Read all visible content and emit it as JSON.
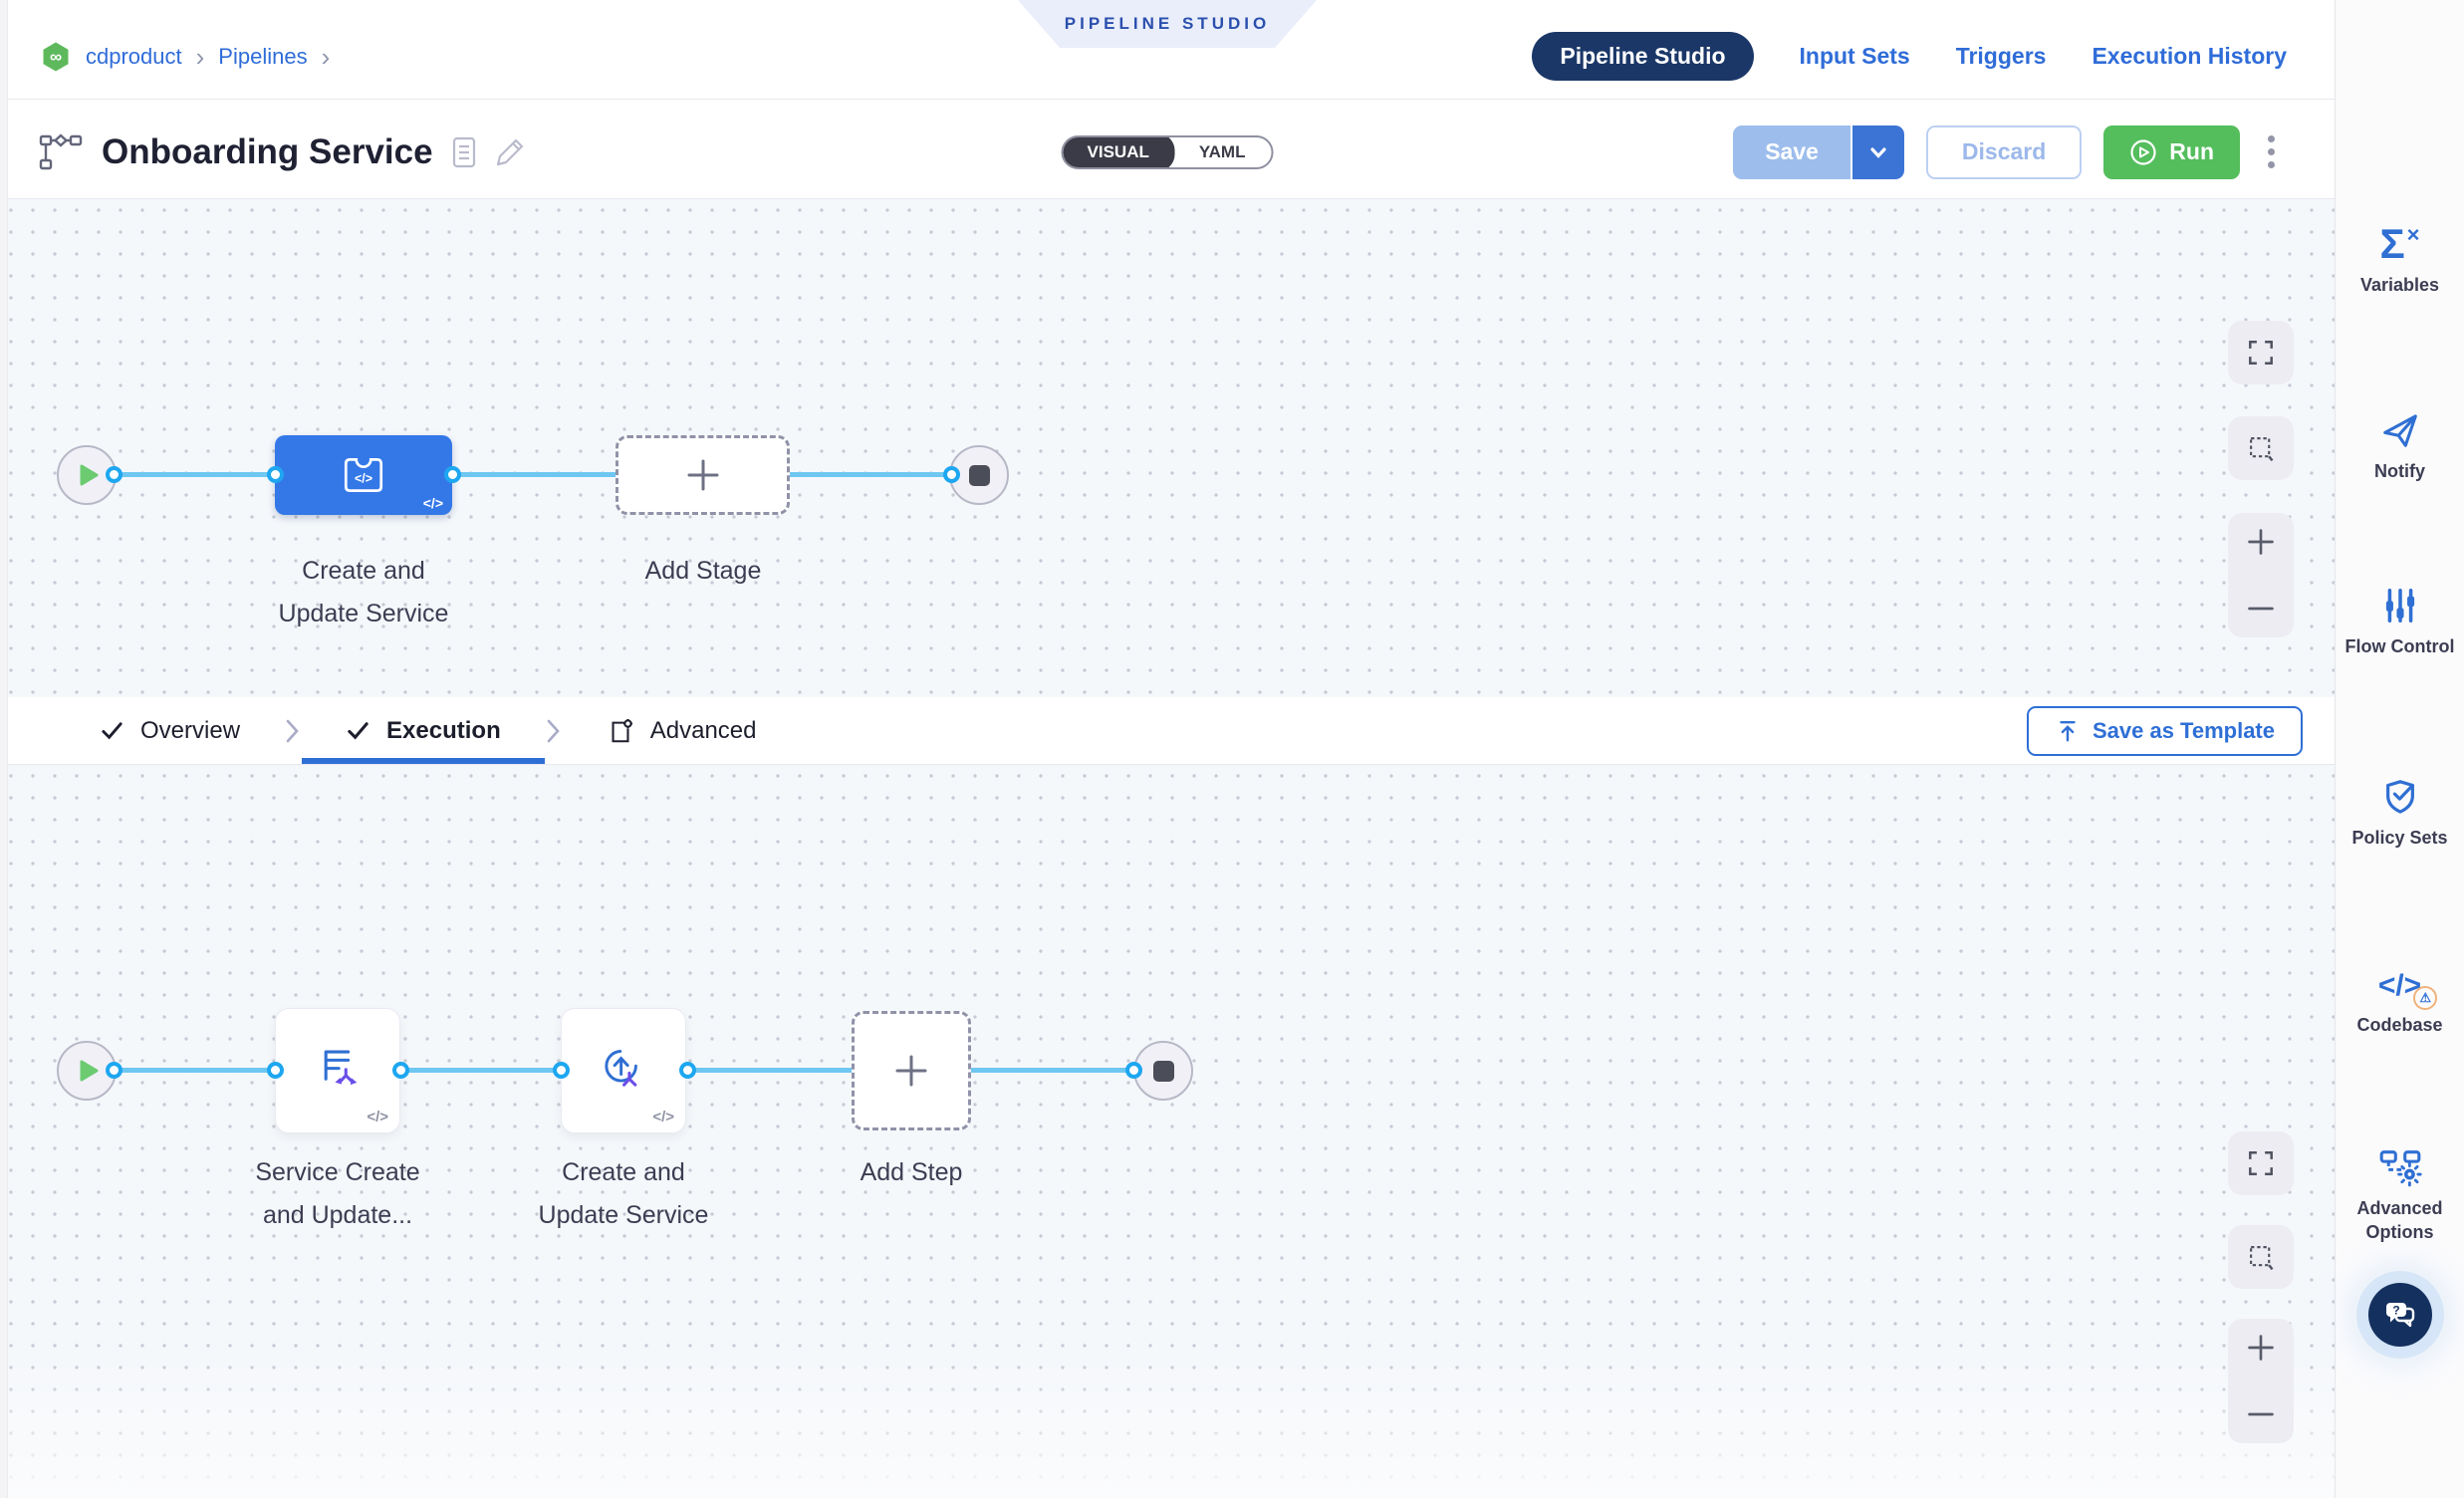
{
  "breadcrumb": {
    "project": "cdproduct",
    "section": "Pipelines",
    "separator": "›"
  },
  "studio_badge": "PIPELINE STUDIO",
  "nav_tabs": [
    {
      "label": "Pipeline Studio",
      "active": true
    },
    {
      "label": "Input Sets",
      "active": false
    },
    {
      "label": "Triggers",
      "active": false
    },
    {
      "label": "Execution History",
      "active": false
    }
  ],
  "header": {
    "title": "Onboarding Service",
    "visual_label": "VISUAL",
    "yaml_label": "YAML",
    "save_label": "Save",
    "discard_label": "Discard",
    "run_label": "Run"
  },
  "stage_canvas": {
    "stage_label_line1": "Create and",
    "stage_label_line2": "Update Service",
    "add_stage_label": "Add Stage",
    "code_badge": "</>"
  },
  "execution_tabs": {
    "overview": "Overview",
    "execution": "Execution",
    "advanced": "Advanced",
    "save_as_template": "Save as Template"
  },
  "step_canvas": {
    "step1_label_line1": "Service Create",
    "step1_label_line2": "and Update...",
    "step2_label_line1": "Create and",
    "step2_label_line2": "Update Service",
    "add_step_label": "Add Step",
    "code_badge": "</>"
  },
  "sidebar": {
    "items": [
      {
        "label": "Variables",
        "icon": "sigma-x-icon"
      },
      {
        "label": "Notify",
        "icon": "paper-plane-icon"
      },
      {
        "label": "Flow Control",
        "icon": "sliders-icon"
      },
      {
        "label": "Policy Sets",
        "icon": "shield-check-icon"
      },
      {
        "label": "Codebase",
        "icon": "code-warning-icon"
      },
      {
        "label": "Advanced Options",
        "icon": "pipeline-gear-icon"
      }
    ],
    "help_icon": "chat-help-icon"
  },
  "colors": {
    "accent_blue": "#2f6cd8",
    "navy_pill": "#1b3768",
    "run_green": "#54be5c",
    "stage_blue": "#3478e8",
    "link_line": "#6fc7f1",
    "port_blue": "#1ea7f0",
    "canvas_bg": "#f5f8fb",
    "sidebar_icon_blue": "#2f6fd3"
  }
}
